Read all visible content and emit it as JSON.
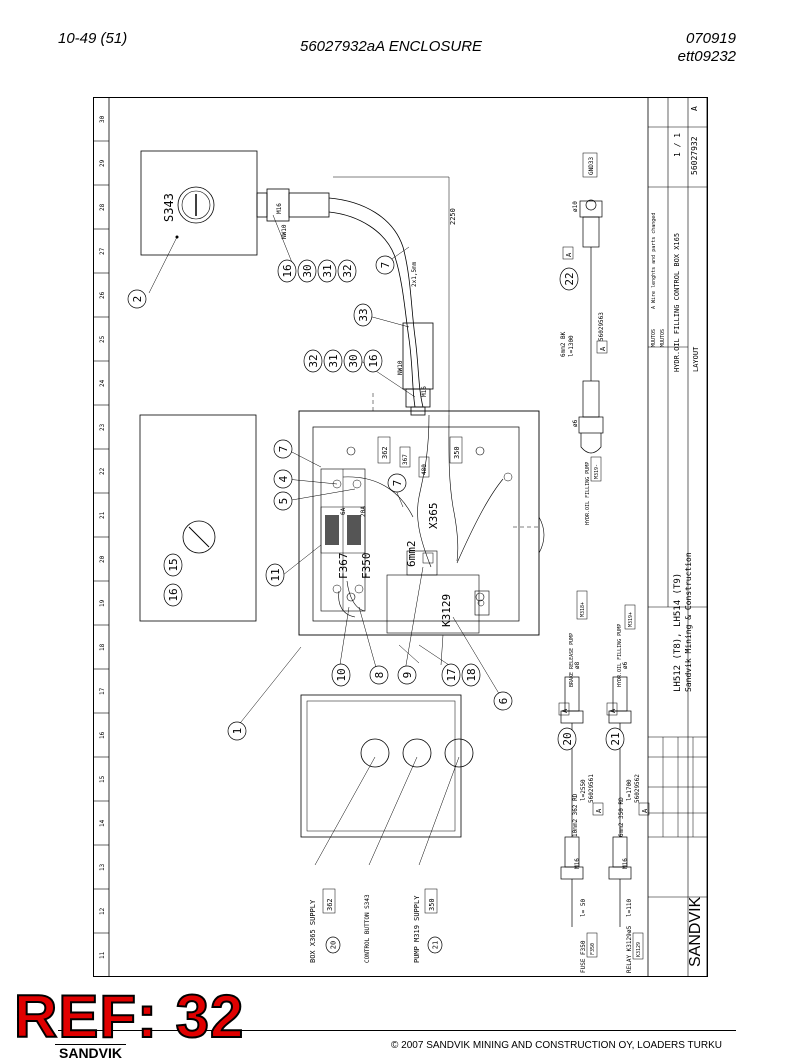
{
  "header": {
    "page_ref": "10-49 (51)",
    "title": "56027932aA ENCLOSURE",
    "code_line1": "070919",
    "code_line2": "ett09232"
  },
  "footer": {
    "copyright": "© 2007 SANDVIK MINING AND CONSTRUCTION OY, LOADERS TURKU",
    "stamp": "REF: 32",
    "brand_corner": "SANDVIK"
  },
  "grid": [
    "30",
    "29",
    "28",
    "27",
    "26",
    "25",
    "24",
    "23",
    "22",
    "21",
    "20",
    "19",
    "18",
    "17",
    "16",
    "15",
    "14",
    "13",
    "12",
    "11"
  ],
  "balloons": [
    {
      "id": "b2",
      "text": "2"
    },
    {
      "id": "b16a",
      "text": "16"
    },
    {
      "id": "b30a",
      "text": "30"
    },
    {
      "id": "b31a",
      "text": "31"
    },
    {
      "id": "b32a",
      "text": "32"
    },
    {
      "id": "b7a",
      "text": "7"
    },
    {
      "id": "b33",
      "text": "33"
    },
    {
      "id": "b32b",
      "text": "32"
    },
    {
      "id": "b31b",
      "text": "31"
    },
    {
      "id": "b30b",
      "text": "30"
    },
    {
      "id": "b16b",
      "text": "16"
    },
    {
      "id": "b7b",
      "text": "7"
    },
    {
      "id": "b4",
      "text": "4"
    },
    {
      "id": "b5",
      "text": "5"
    },
    {
      "id": "b7c",
      "text": "7"
    },
    {
      "id": "b11",
      "text": "11"
    },
    {
      "id": "b15",
      "text": "15"
    },
    {
      "id": "b16c",
      "text": "16"
    },
    {
      "id": "b1",
      "text": "1"
    },
    {
      "id": "b10",
      "text": "10"
    },
    {
      "id": "b8",
      "text": "8"
    },
    {
      "id": "b9",
      "text": "9"
    },
    {
      "id": "b17",
      "text": "17"
    },
    {
      "id": "b18",
      "text": "18"
    },
    {
      "id": "b6",
      "text": "6"
    },
    {
      "id": "b22",
      "text": "22"
    },
    {
      "id": "b20",
      "text": "20"
    },
    {
      "id": "b21",
      "text": "21"
    },
    {
      "id": "b20s",
      "text": "20"
    },
    {
      "id": "b21s",
      "text": "21"
    }
  ],
  "labels": {
    "s343": "S343",
    "x365": "X365",
    "k3129": "K3129",
    "f367": "F367",
    "f350": "F350",
    "six_mm2": "6mm2",
    "amp6": "6A",
    "amp20": "20A",
    "mm2250": "2250",
    "cable_spec": "2x1,5mm",
    "nw10a": "NW10",
    "nw10b": "NW10",
    "m16a": "M16",
    "m16b": "M16",
    "w362": "362",
    "w367": "367",
    "w480": "480",
    "w350": "350",
    "box_supply": "BOX X365 SUPPLY",
    "box_supply_no": "362",
    "ctrl_button": "CONTROL BUTTON S343",
    "pump_supply": "PUMP M319 SUPPLY",
    "pump_supply_no": "350",
    "fuse_f350": "FUSE F350",
    "fuse_f350_ref": "F350",
    "relay_k3129": "RELAY K3129",
    "relay_k3129_ref": "K3129",
    "cable20_spec": "10mm2 362 RD",
    "cable20_len": "l=2550",
    "cable20_part": "56029561",
    "cable21_spec": "6mm2 350 RD",
    "cable21_len": "l=1700",
    "cable21_part": "56029562",
    "cable22_spec": "6mm2 BK",
    "cable22_len": "l=1300",
    "cable22_part": "56029563",
    "l50": "l= 50",
    "l110": "l=110",
    "m16c": "M16",
    "m16d": "M16",
    "dia10a": "ø10",
    "dia8": "ø8",
    "dia6a": "ø6",
    "dia6b": "ø6",
    "dia5": "ø5",
    "gnd": "GND33",
    "brake_pump": "BRAKE RELEASE PUMP",
    "brake_pump_ref": "M318+",
    "hydr_pump1": "HYDR.OIL FILLING PUMP",
    "hydr_pump1_ref": "M319-",
    "hydr_pump2": "HYDR.OIL FILLING PUMP",
    "hydr_pump2_ref": "M319+",
    "tb_title1": "HYDR.OIL FILLING CONTROL BOX X165",
    "tb_title2": "LAYOUT",
    "tb_models": "LH512 (T8), LH514 (T9)",
    "tb_company": "Sandvik Mining & Construction",
    "tb_sheet": "1 / 1",
    "tb_number": "56027932",
    "tb_rev": "A",
    "tb_mod1": "MUUTOS",
    "tb_mod1_text": "A Wire lenghts and parts changed",
    "tb_mod2": "MUUTOS",
    "tb_brand": "SANDVIK",
    "rev_a1": "A",
    "rev_a2": "A",
    "rev_a3": "A",
    "rev_a4": "A",
    "rev_a5": "A",
    "rev_a6": "A"
  }
}
